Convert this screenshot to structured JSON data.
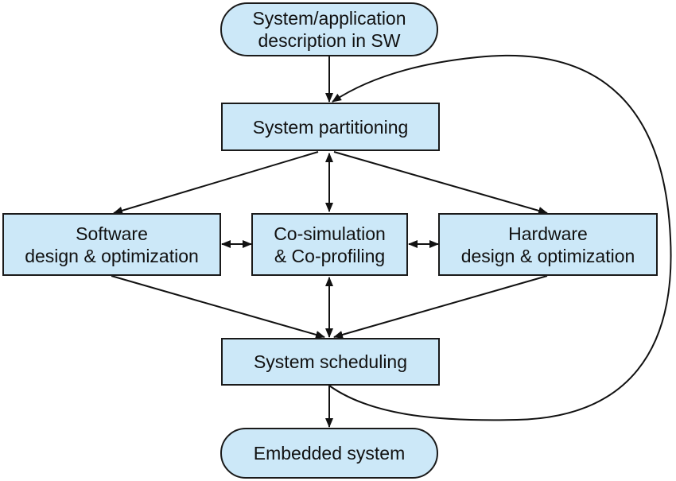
{
  "colors": {
    "box_fill": "#cce8f8",
    "stroke": "#1a1a1a",
    "text": "#111111"
  },
  "nodes": {
    "start": "System/application\ndescription in SW",
    "partitioning": "System partitioning",
    "software": "Software\ndesign & optimization",
    "cosim": "Co-simulation\n& Co-profiling",
    "hardware": "Hardware\ndesign & optimization",
    "scheduling": "System scheduling",
    "end": "Embedded system"
  }
}
